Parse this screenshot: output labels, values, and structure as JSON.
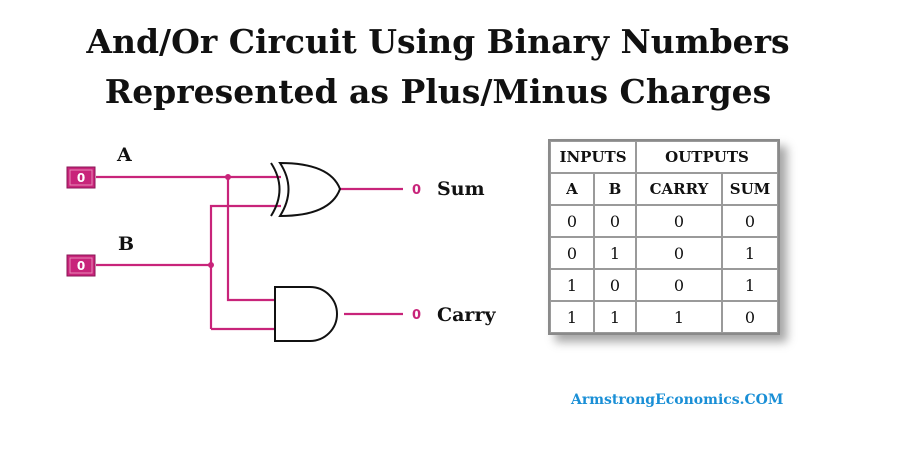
{
  "title": {
    "line1": "And/Or Circuit Using Binary Numbers",
    "line2": "Represented as Plus/Minus Charges"
  },
  "diagram": {
    "input_a": {
      "label": "A",
      "value": "0"
    },
    "input_b": {
      "label": "B",
      "value": "0"
    },
    "output_sum": {
      "label": "Sum",
      "value": "0"
    },
    "output_carry": {
      "label": "Carry",
      "value": "0"
    },
    "colors": {
      "wire": "#c8247a",
      "gate_outline": "#111111",
      "input_box": "#c8247a"
    },
    "gates": [
      "xor-gate",
      "and-gate"
    ]
  },
  "truth_table": {
    "group_headers": [
      "INPUTS",
      "OUTPUTS"
    ],
    "column_headers": [
      "A",
      "B",
      "CARRY",
      "SUM"
    ],
    "rows": [
      [
        "0",
        "0",
        "0",
        "0"
      ],
      [
        "0",
        "1",
        "0",
        "1"
      ],
      [
        "1",
        "0",
        "0",
        "1"
      ],
      [
        "1",
        "1",
        "1",
        "0"
      ]
    ]
  },
  "credit": "ArmstrongEconomics.COM",
  "credit_color": "#1a8fd6"
}
